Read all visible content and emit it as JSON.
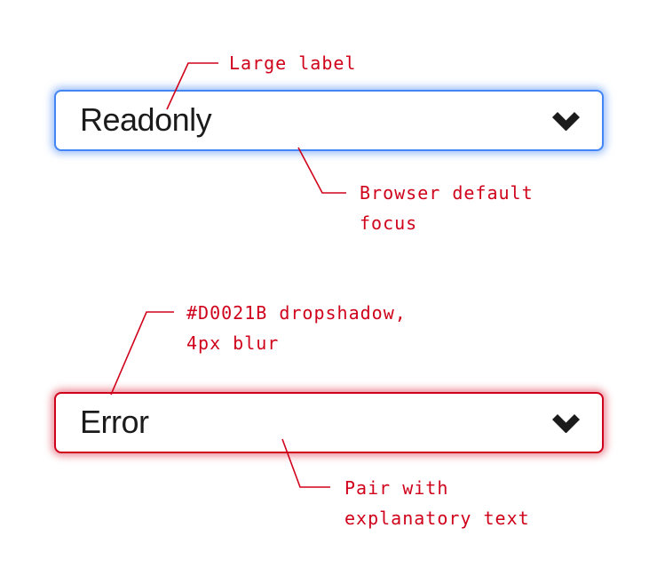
{
  "colors": {
    "annotation_red": "#D0021B",
    "focus_border_blue": "#4285F4",
    "error_border_red": "#D0021B",
    "label_text": "#1B1B1B",
    "background": "#FFFFFF"
  },
  "selects": [
    {
      "label": "Readonly",
      "state": "focused (browser default focus ring)"
    },
    {
      "label": "Error",
      "state": "error (#D0021B dropshadow, 4px blur)"
    }
  ],
  "annotations": [
    {
      "text": "Large label"
    },
    {
      "text": "Browser default\nfocus"
    },
    {
      "text": "#D0021B dropshadow,\n4px blur"
    },
    {
      "text": "Pair with\nexplanatory text"
    }
  ]
}
